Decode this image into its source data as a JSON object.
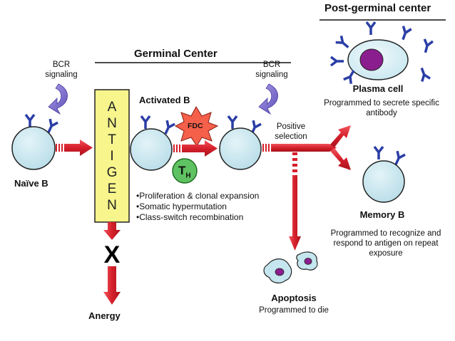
{
  "headers": {
    "post_germinal": "Post-germinal center",
    "germinal": "Germinal Center"
  },
  "signaling": {
    "left": [
      "BCR",
      "signaling"
    ],
    "right": [
      "BCR",
      "signaling"
    ]
  },
  "antigen_letters": [
    "A",
    "N",
    "T",
    "I",
    "G",
    "E",
    "N"
  ],
  "cells": {
    "naive": "Naïve B",
    "activated": "Activated B",
    "fdc": "FDC",
    "th_main": "T",
    "th_sub": "H",
    "plasma": "Plasma cell",
    "memory": "Memory B",
    "apoptosis": "Apoptosis"
  },
  "blocker": "X",
  "anergy": "Anergy",
  "positive_selection": [
    "Positive",
    "selection"
  ],
  "germinal_processes": [
    "•Proliferation & clonal expansion",
    "•Somatic hypermutation",
    "•Class-switch recombination"
  ],
  "descriptions": {
    "plasma": [
      "Programmed to secrete specific",
      "antibody"
    ],
    "memory": [
      "Programmed to recognize and",
      "respond to antigen on repeat",
      "exposure"
    ],
    "apoptosis": "Programmed to die"
  },
  "colors": {
    "cell_fill": "#c5e6ef",
    "receptor": "#2b3ea6",
    "arrow": "#d6202b",
    "antigen_box": "#f7f58c",
    "th_fill": "#5fc262",
    "fdc_fill": "#f4604a",
    "nucleus": "#8b1e8e",
    "signal_arrow": "#7d6fd1"
  }
}
